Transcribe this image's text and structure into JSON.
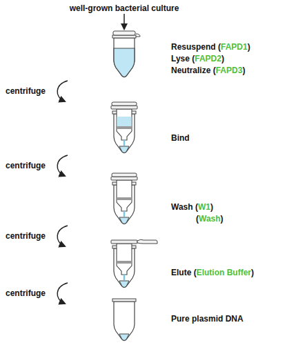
{
  "diagram": {
    "title": "well-grown bacterial culture",
    "labels": [
      "Resuspend (",
      "FAPD1",
      ")",
      "Lyse (",
      "FAPD2",
      ")",
      "Neutralize (",
      "FAPD3",
      ")",
      "centrifuge",
      "Bind",
      "centrifuge",
      "Wash (",
      "W1",
      ")",
      "(",
      "Wash",
      ")",
      "centrifuge",
      "Elute (",
      "Elution Buffer",
      ")",
      "centrifuge",
      "Pure plasmid DNA"
    ]
  }
}
